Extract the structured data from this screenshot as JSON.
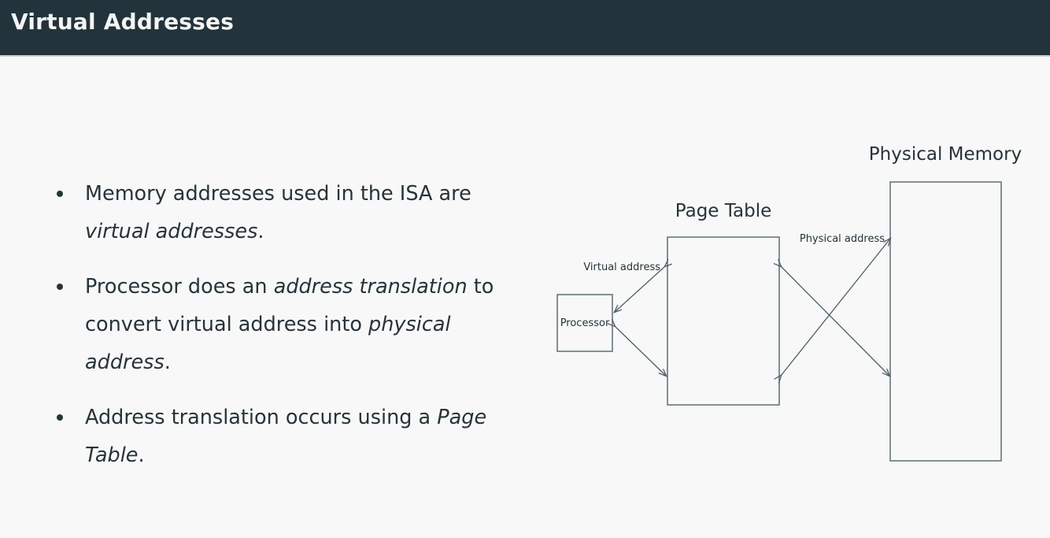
{
  "slide": {
    "title": "Virtual Addresses",
    "bullets": [
      {
        "id": "bullet-virtual-addresses",
        "segments": [
          {
            "text": "Memory addresses used in the ISA are ",
            "italic": false
          },
          {
            "text": "virtual addresses",
            "italic": true
          },
          {
            "text": ".",
            "italic": false
          }
        ]
      },
      {
        "id": "bullet-address-translation",
        "segments": [
          {
            "text": "Processor does an ",
            "italic": false
          },
          {
            "text": "address translation",
            "italic": true
          },
          {
            "text": " to convert virtual address into ",
            "italic": false
          },
          {
            "text": "physical address",
            "italic": true
          },
          {
            "text": ".",
            "italic": false
          }
        ]
      },
      {
        "id": "bullet-page-table",
        "segments": [
          {
            "text": "Address translation occurs using a ",
            "italic": false
          },
          {
            "text": "Page Table",
            "italic": true
          },
          {
            "text": ".",
            "italic": false
          }
        ]
      }
    ]
  },
  "diagram": {
    "headings": {
      "page_table": "Page Table",
      "physical_memory": "Physical Memory"
    },
    "boxes": {
      "processor": "Processor"
    },
    "edge_labels": {
      "virtual_address": "Virtual address",
      "physical_address": "Physical address"
    }
  },
  "colors": {
    "header_bg": "#22333b",
    "header_text": "#f4f5f4",
    "body_bg": "#f7f8f7",
    "body_text": "#27333a",
    "box_stroke": "#66767e",
    "arrow_stroke": "#4e5f67",
    "rule": "#c9cfd1"
  }
}
